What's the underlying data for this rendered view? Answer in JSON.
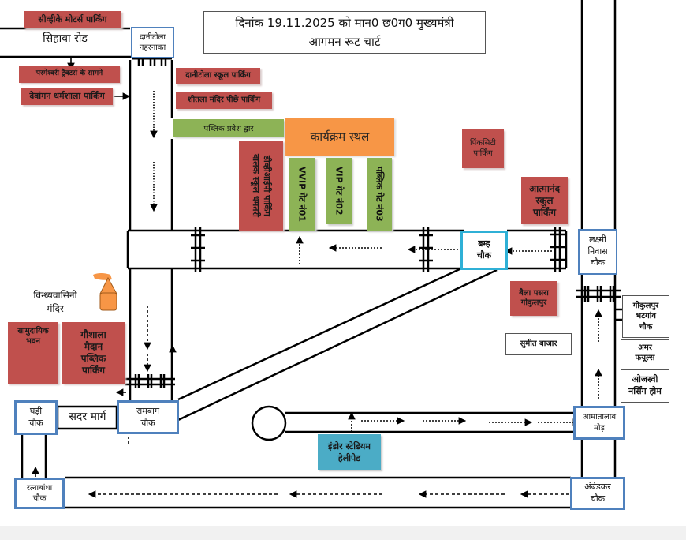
{
  "title": {
    "line1": "दिनांक 19.11.2025 को मान0 छ0ग0 मुख्यमंत्री",
    "line2": "आगमन रूट चार्ट"
  },
  "roads": {
    "sihawa_road": "सिहावा रोड",
    "sadar_marg": "सदर मार्ग"
  },
  "chowks": {
    "danitola_naharnaka": "दानीटोला नहरनाका",
    "brahm_chowk_1": "ब्रम्ह",
    "brahm_chowk_2": "चौक",
    "laxmi_niwas_1": "लक्ष्मी",
    "laxmi_niwas_2": "निवास",
    "laxmi_niwas_3": "चौक",
    "ghadi_chowk_1": "घड़ी",
    "ghadi_chowk_2": "चौक",
    "rambagh_chowk_1": "रामबाग",
    "rambagh_chowk_2": "चौक",
    "rathrabandha_1": "रत्नाबांधा",
    "rathrabandha_2": "चौक",
    "amatalab_1": "आमातालाब",
    "amatalab_2": "मोड़",
    "ambedkar_1": "अंबेडकर",
    "ambedkar_2": "चौक"
  },
  "parkings": {
    "cvd_motors": "सीव्हीके मोटर्स पार्किंग",
    "parmeshwari": "परमेश्वरी ट्रैक्टर्स के सामने",
    "dewangan": "देवांगन धर्मशाला पार्किंग",
    "danitola_school": "दानीटोला स्कूल पार्किंग",
    "sheetla_mandir": "शीतला मंदिर  पीछे पार्किंग",
    "balak_school_1": "बालक स्कूल धमतरी",
    "balak_school_2": "डीव्हीआईपी पार्किंग",
    "pinkcity_1": "पिंकसिटी",
    "pinkcity_2": "पार्किंग",
    "atmanand_1": "आत्मानंद",
    "atmanand_2": "स्कूल",
    "atmanand_3": "पार्किंग",
    "bela_pasra_1": "बैला पसरा",
    "bela_pasra_2": "गोकुलपुर",
    "samudayik_1": "सामुदायिक",
    "samudayik_2": "भवन",
    "goshala_1": "गौशाला",
    "goshala_2": "मैदान",
    "goshala_3": "पब्लिक",
    "goshala_4": "पार्किंग"
  },
  "venue": {
    "public_entry": "पब्लिक प्रवेश द्वार",
    "karyakram_sthal": "कार्यक्रम स्थल",
    "vvip_gate": "VVIP गेट नं01",
    "vip_gate": "VIP गेट नं02",
    "public_gate": "पब्लिक गेट नं03"
  },
  "landmarks": {
    "vindhyavasini_1": "विन्ध्यवासिनी",
    "vindhyavasini_2": "मंदिर",
    "sumit_bazar": "सुमीत बाजार",
    "gokulpur_1": "गोकुलपुर",
    "gokulpur_2": "भटगांव",
    "gokulpur_3": "चौक",
    "amar_1": "अमर",
    "amar_2": "फयूल्स",
    "ojasvi_1": "ओजस्वी",
    "ojasvi_2": "नर्सिंग होम",
    "helipad_1": "इंडोर स्टेडियम",
    "helipad_2": "हेलीपेड"
  },
  "colors": {
    "parking": "#c0504d",
    "gate": "#8db356",
    "venue": "#f79646",
    "helipad": "#4bacc6",
    "chowk_border": "#4f81bd",
    "temple": "#f79646"
  }
}
